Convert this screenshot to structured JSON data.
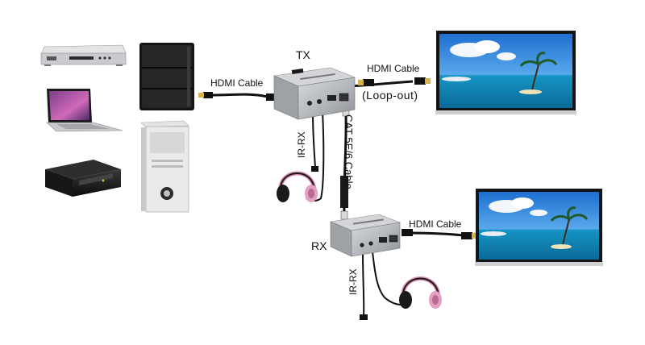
{
  "labels": {
    "tx": "TX",
    "rx": "RX",
    "hdmi_cable_source": "HDMI Cable",
    "hdmi_cable_loop": "HDMI Cable",
    "loop_out": "(Loop-out)",
    "hdmi_cable_rx": "HDMI Cable",
    "cat_cable": "CAT 5E/6 Cable",
    "ir_rx_tx": "IR-RX",
    "ir_rx_rx": "IR-RX"
  },
  "colors": {
    "device_silver": "#b9bcc0",
    "device_dark": "#1b1b1b",
    "cable": "#111111",
    "hdmi_gold": "#d8b24a",
    "sky": "#2d7fd6",
    "sea": "#1aa3c9",
    "headphone_pink": "#d98bb0"
  }
}
